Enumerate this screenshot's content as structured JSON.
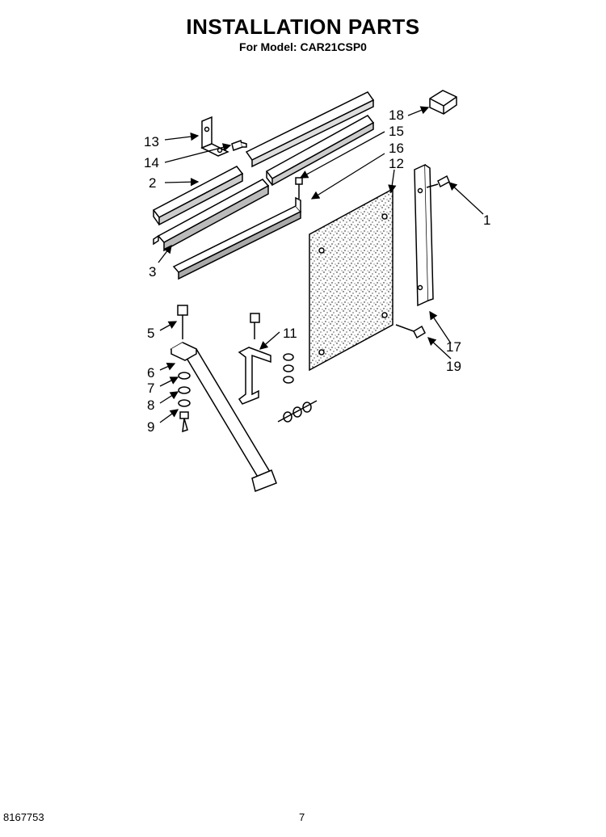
{
  "header": {
    "title": "INSTALLATION PARTS",
    "subtitle": "For Model: CAR21CSP0"
  },
  "callouts": [
    "1",
    "2",
    "3",
    "5",
    "6",
    "7",
    "8",
    "9",
    "11",
    "12",
    "13",
    "14",
    "15",
    "16",
    "17",
    "18",
    "19"
  ],
  "footer": {
    "doc_number": "8167753",
    "page_number": "7"
  }
}
